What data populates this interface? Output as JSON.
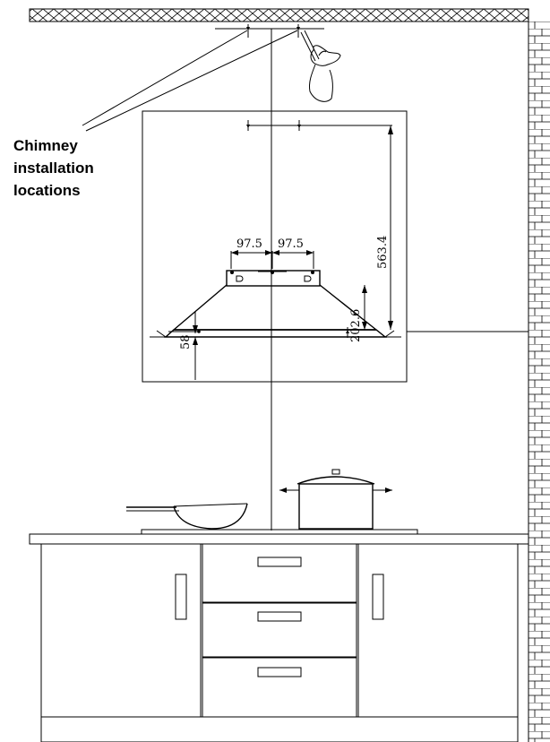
{
  "callout": {
    "lines": [
      "Chimney",
      "installation",
      "locations"
    ]
  },
  "dimensions": {
    "left_offset": "97.5",
    "right_offset": "97.5",
    "total_height": "563.4",
    "bracket_height": "202.6",
    "bottom_height": "58"
  },
  "colors": {
    "line": "#000000",
    "background": "#ffffff"
  },
  "icons": {
    "hand": "hand-with-pencil-icon",
    "mount_hole": "screw-hole-icon"
  }
}
